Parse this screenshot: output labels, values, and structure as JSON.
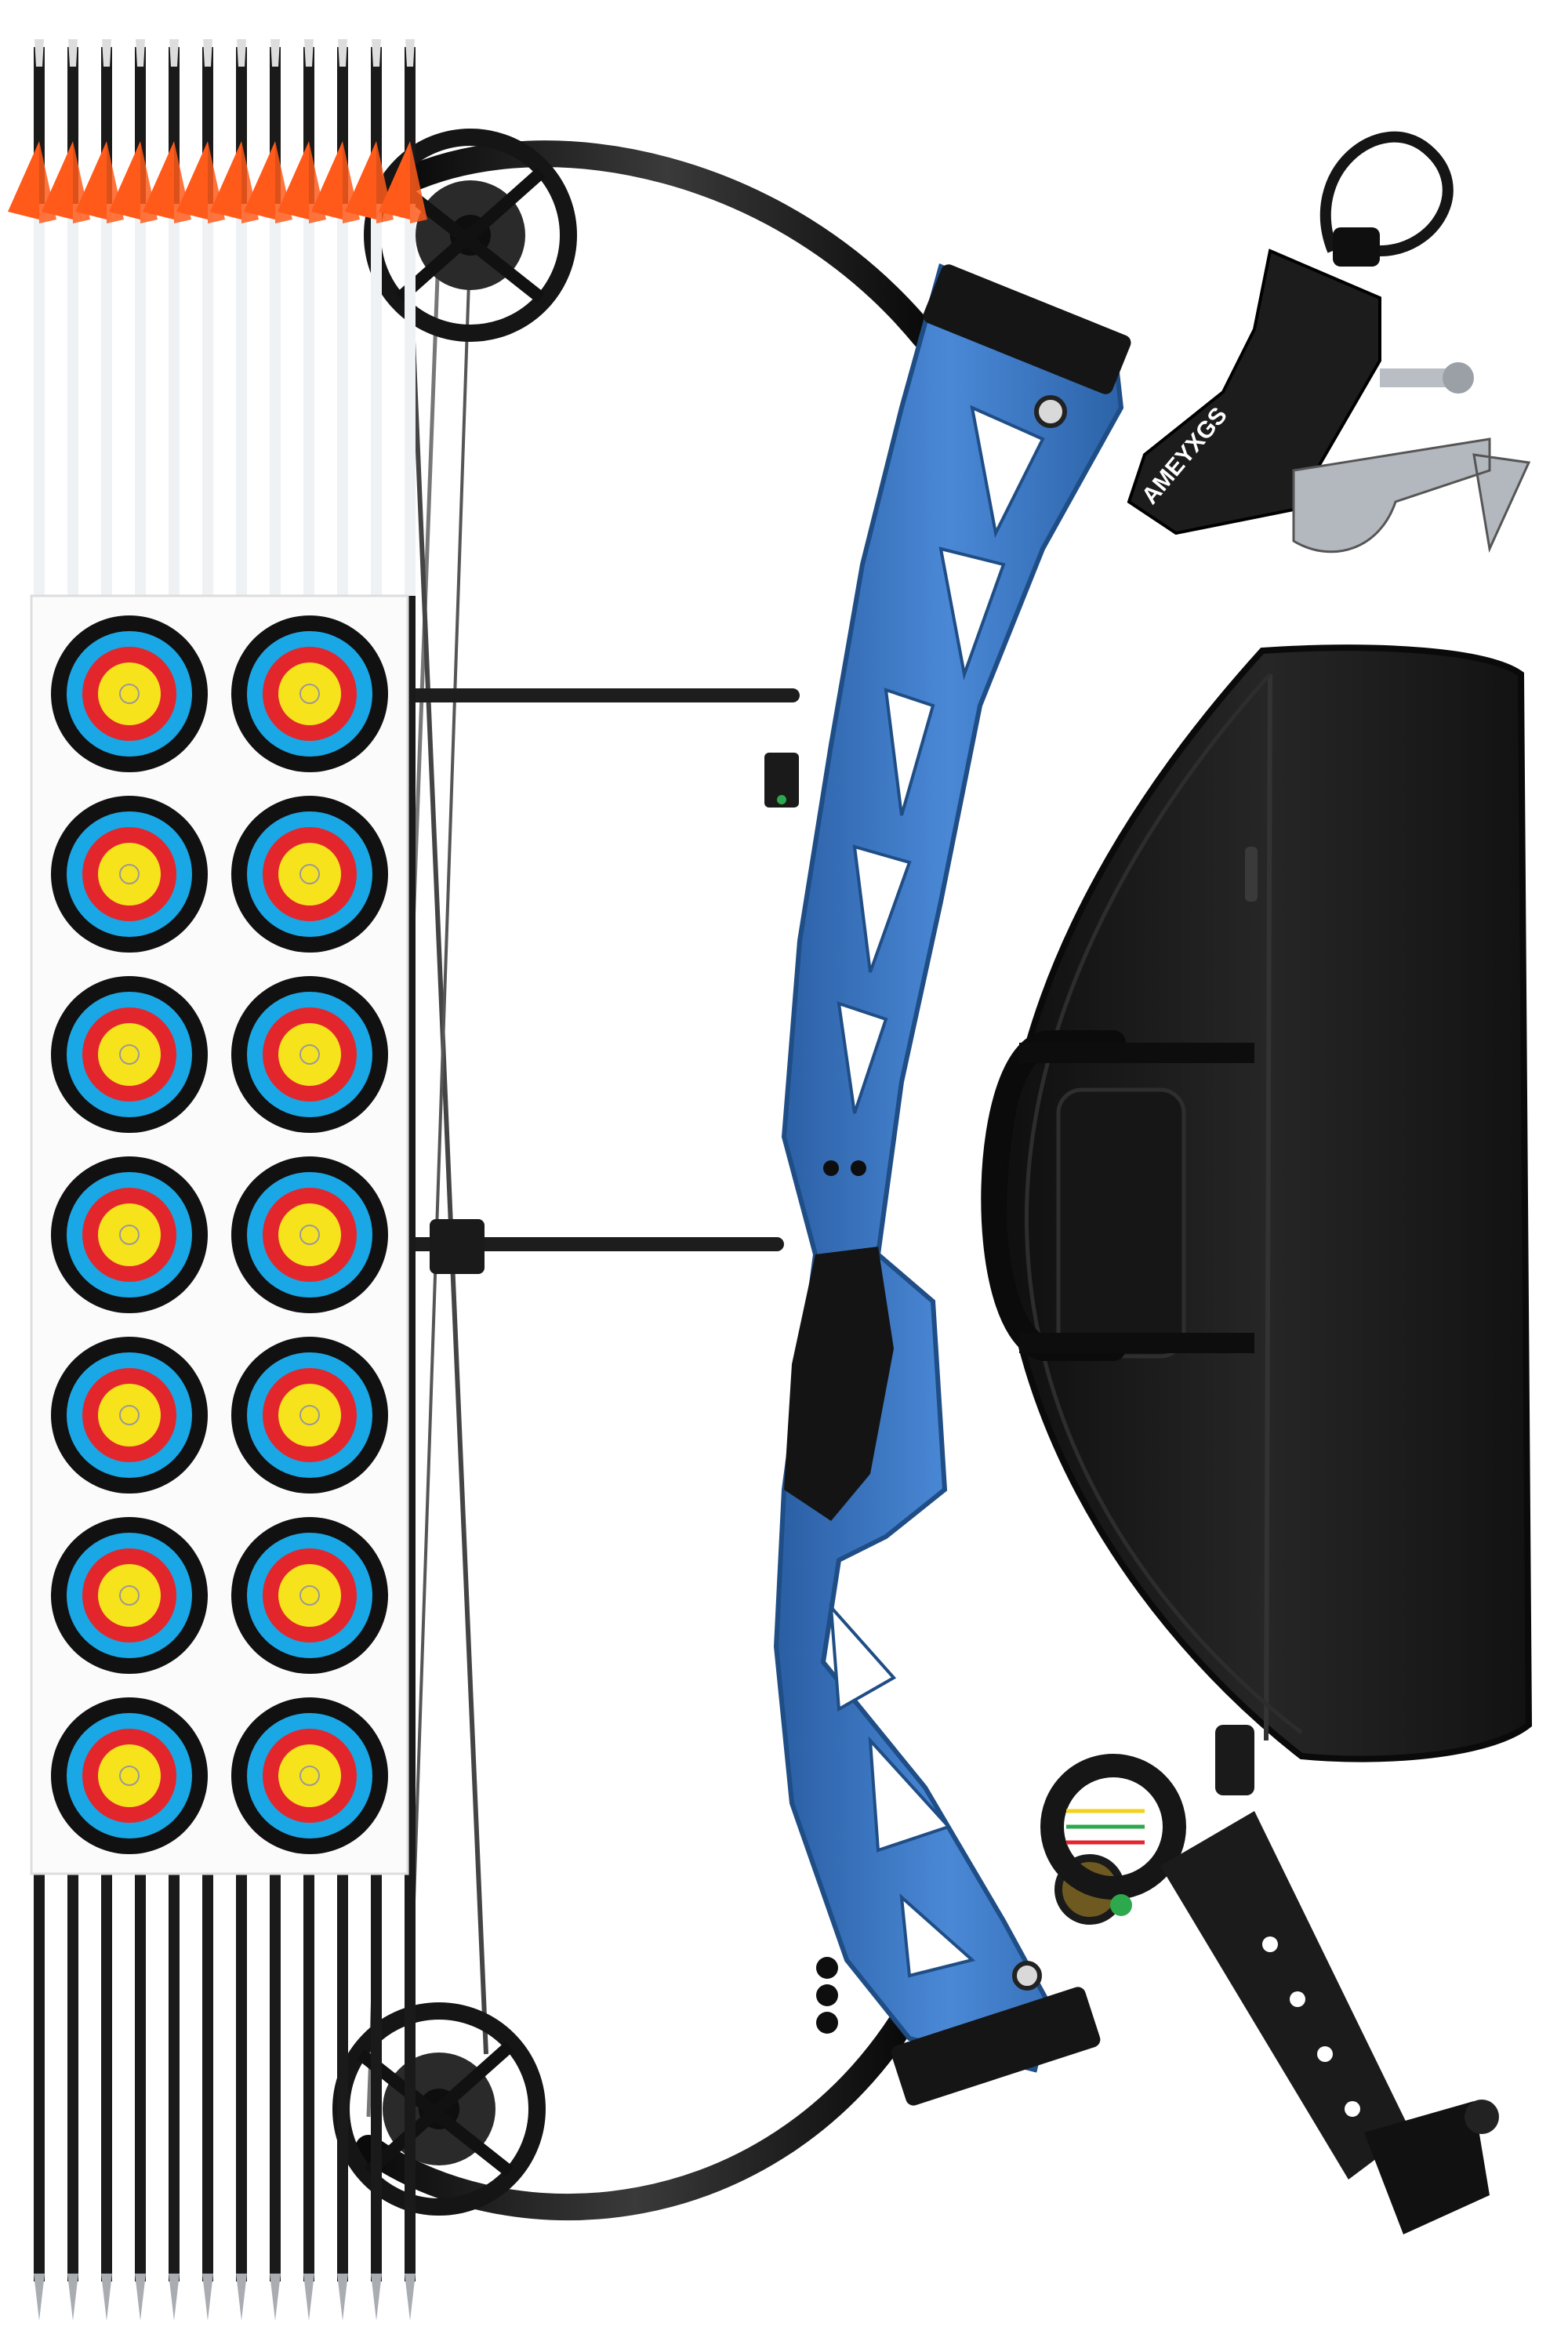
{
  "release": {
    "brand_text": "AMEYXGS"
  },
  "colors": {
    "riser": "#3d78c4",
    "riser_shadow": "#24548f",
    "arrow_shaft": "#1a1a1a",
    "vane_orange": "#ff5a1a",
    "vane_white": "#eef2f4",
    "target_black": "#111111",
    "target_blue": "#1aa7e6",
    "target_red": "#e3262c",
    "target_yellow": "#f7e31c",
    "case_black": "#1b1b1b",
    "hardware_black": "#1c1c1c",
    "steel": "#b9bec4",
    "string": "#555555"
  },
  "counts": {
    "arrows": 12,
    "target_faces": 14
  }
}
